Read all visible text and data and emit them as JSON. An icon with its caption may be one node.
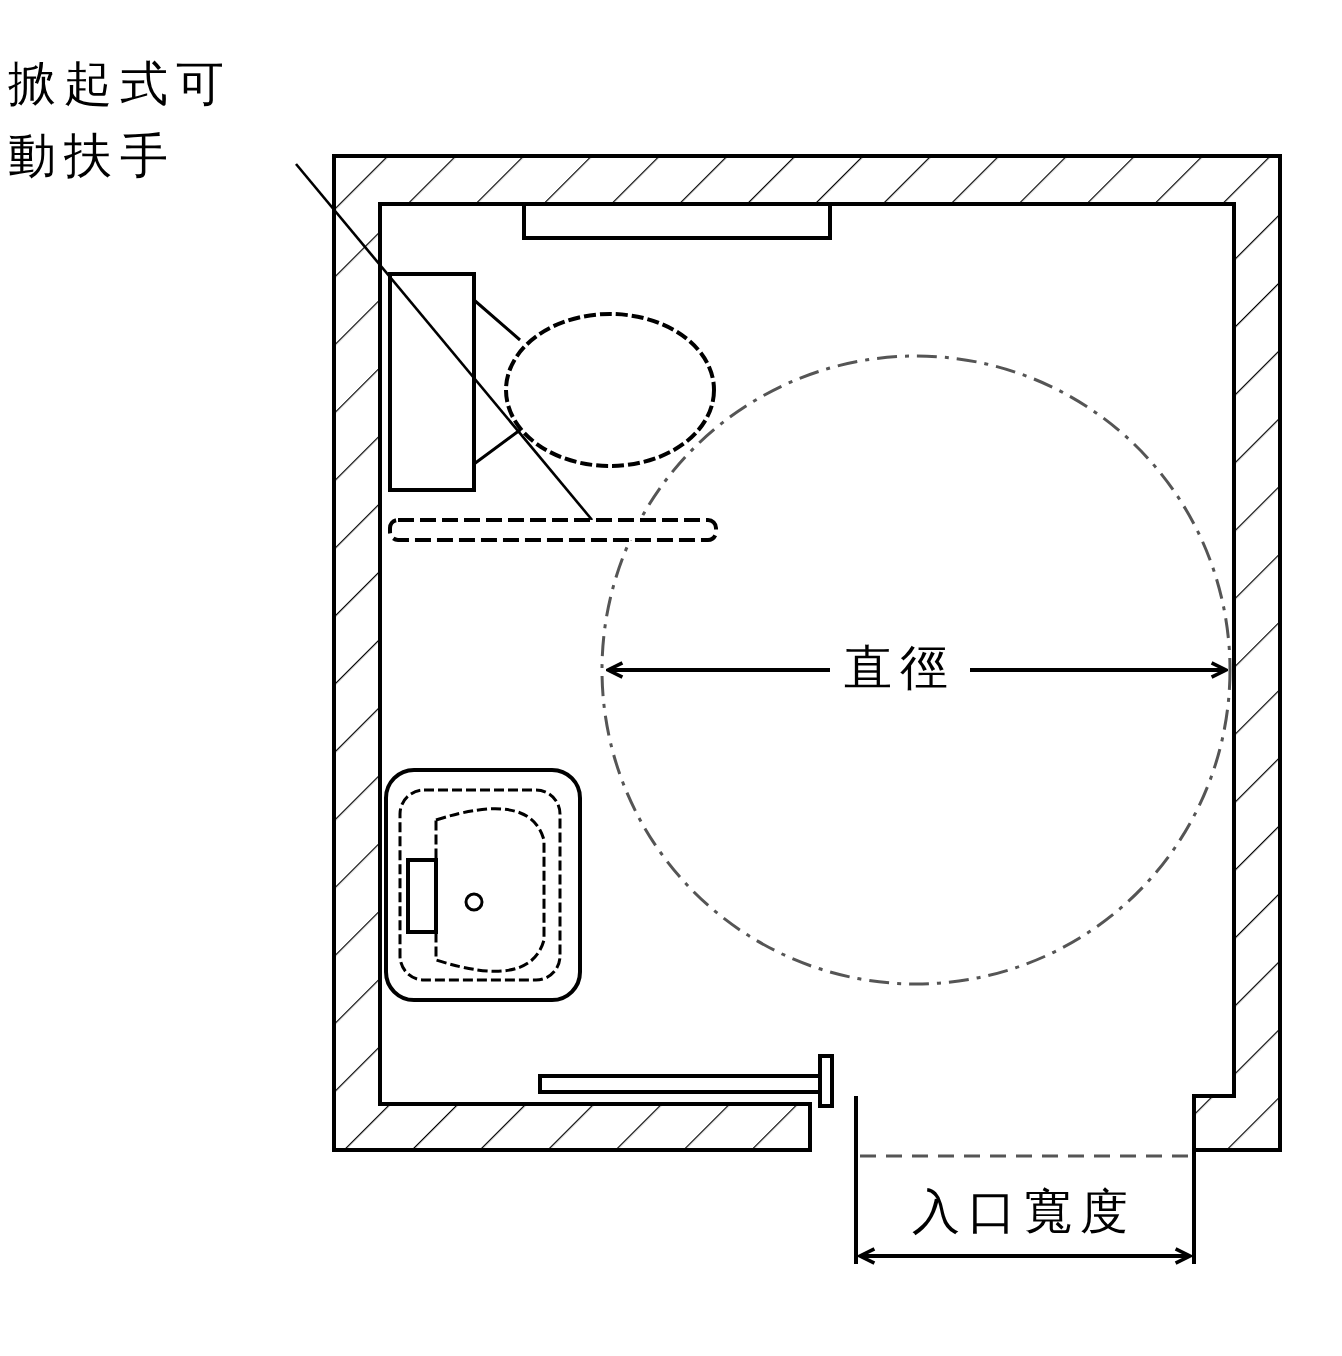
{
  "diagram": {
    "nodes": [
      {
        "text": [
          "掀起式可動扶手"
        ]
      },
      {
        "text": [],
        "shape": "bar"
      }
    ],
    "edges": [
      {
        "from": 0,
        "to": 1,
        "arrow": "none"
      }
    ],
    "labels": [
      "直徑",
      "入口寬度"
    ]
  }
}
